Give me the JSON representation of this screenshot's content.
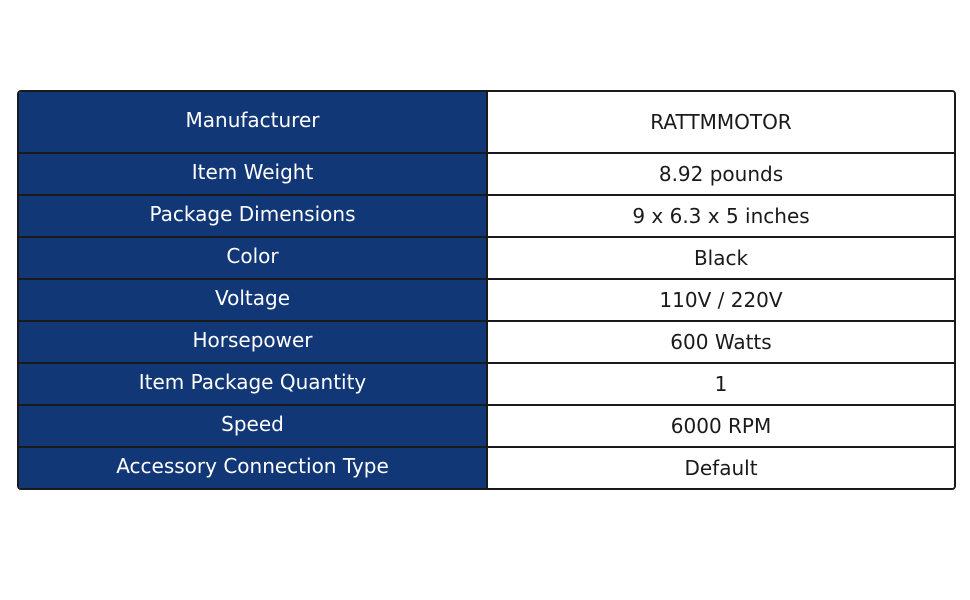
{
  "spec_table": {
    "rows": [
      {
        "label": "Manufacturer",
        "value": "RATTMMOTOR"
      },
      {
        "label": "Item Weight",
        "value": "8.92 pounds"
      },
      {
        "label": "Package Dimensions",
        "value": "9 x 6.3 x 5 inches"
      },
      {
        "label": "Color",
        "value": "Black"
      },
      {
        "label": "Voltage",
        "value": "110V / 220V"
      },
      {
        "label": "Horsepower",
        "value": "600 Watts"
      },
      {
        "label": "Item Package Quantity",
        "value": "1"
      },
      {
        "label": "Speed",
        "value": "6000 RPM"
      },
      {
        "label": "Accessory Connection Type",
        "value": "Default"
      }
    ],
    "colors": {
      "label_background": "#113777",
      "label_text": "#ffffff",
      "value_background": "#ffffff",
      "value_text": "#1a1a1a",
      "border": "#1a1a1a"
    }
  }
}
